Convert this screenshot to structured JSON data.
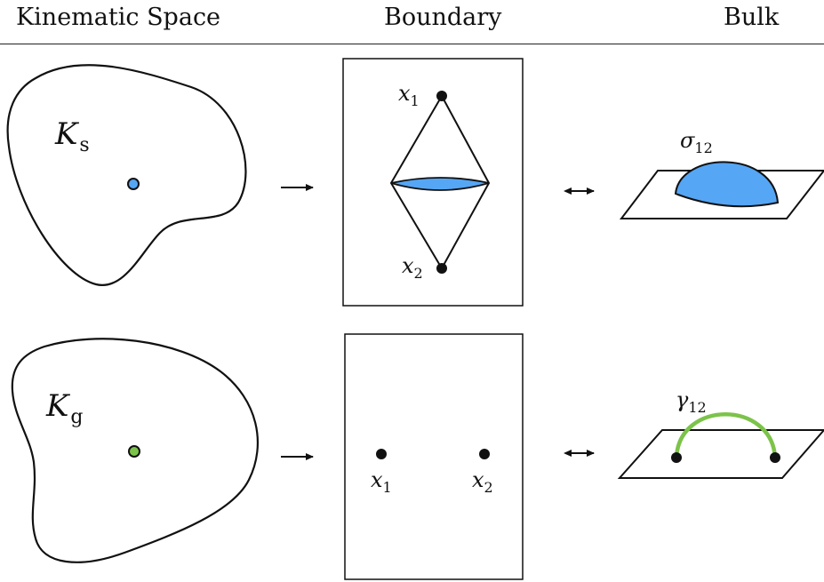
{
  "header": {
    "kinematic_space": "Kinematic Space",
    "boundary": "Boundary",
    "bulk": "Bulk"
  },
  "colors": {
    "blue": "#55a6f5",
    "green": "#7cc34a",
    "stroke": "#111111"
  },
  "rows": [
    {
      "kinematic_label": {
        "main": "K",
        "sub": "s"
      },
      "point_color": "blue",
      "boundary_points": [
        {
          "main": "x",
          "sub": "1"
        },
        {
          "main": "x",
          "sub": "2"
        }
      ],
      "arrow_1": "→",
      "arrow_2": "↔",
      "bulk_label": {
        "main": "σ",
        "sub": "12"
      },
      "bulk_shape": "hemisphere"
    },
    {
      "kinematic_label": {
        "main": "K",
        "sub": "g"
      },
      "point_color": "green",
      "boundary_points": [
        {
          "main": "x",
          "sub": "1"
        },
        {
          "main": "x",
          "sub": "2"
        }
      ],
      "arrow_1": "→",
      "arrow_2": "↔",
      "bulk_label": {
        "main": "γ",
        "sub": "12"
      },
      "bulk_shape": "geodesic"
    }
  ]
}
